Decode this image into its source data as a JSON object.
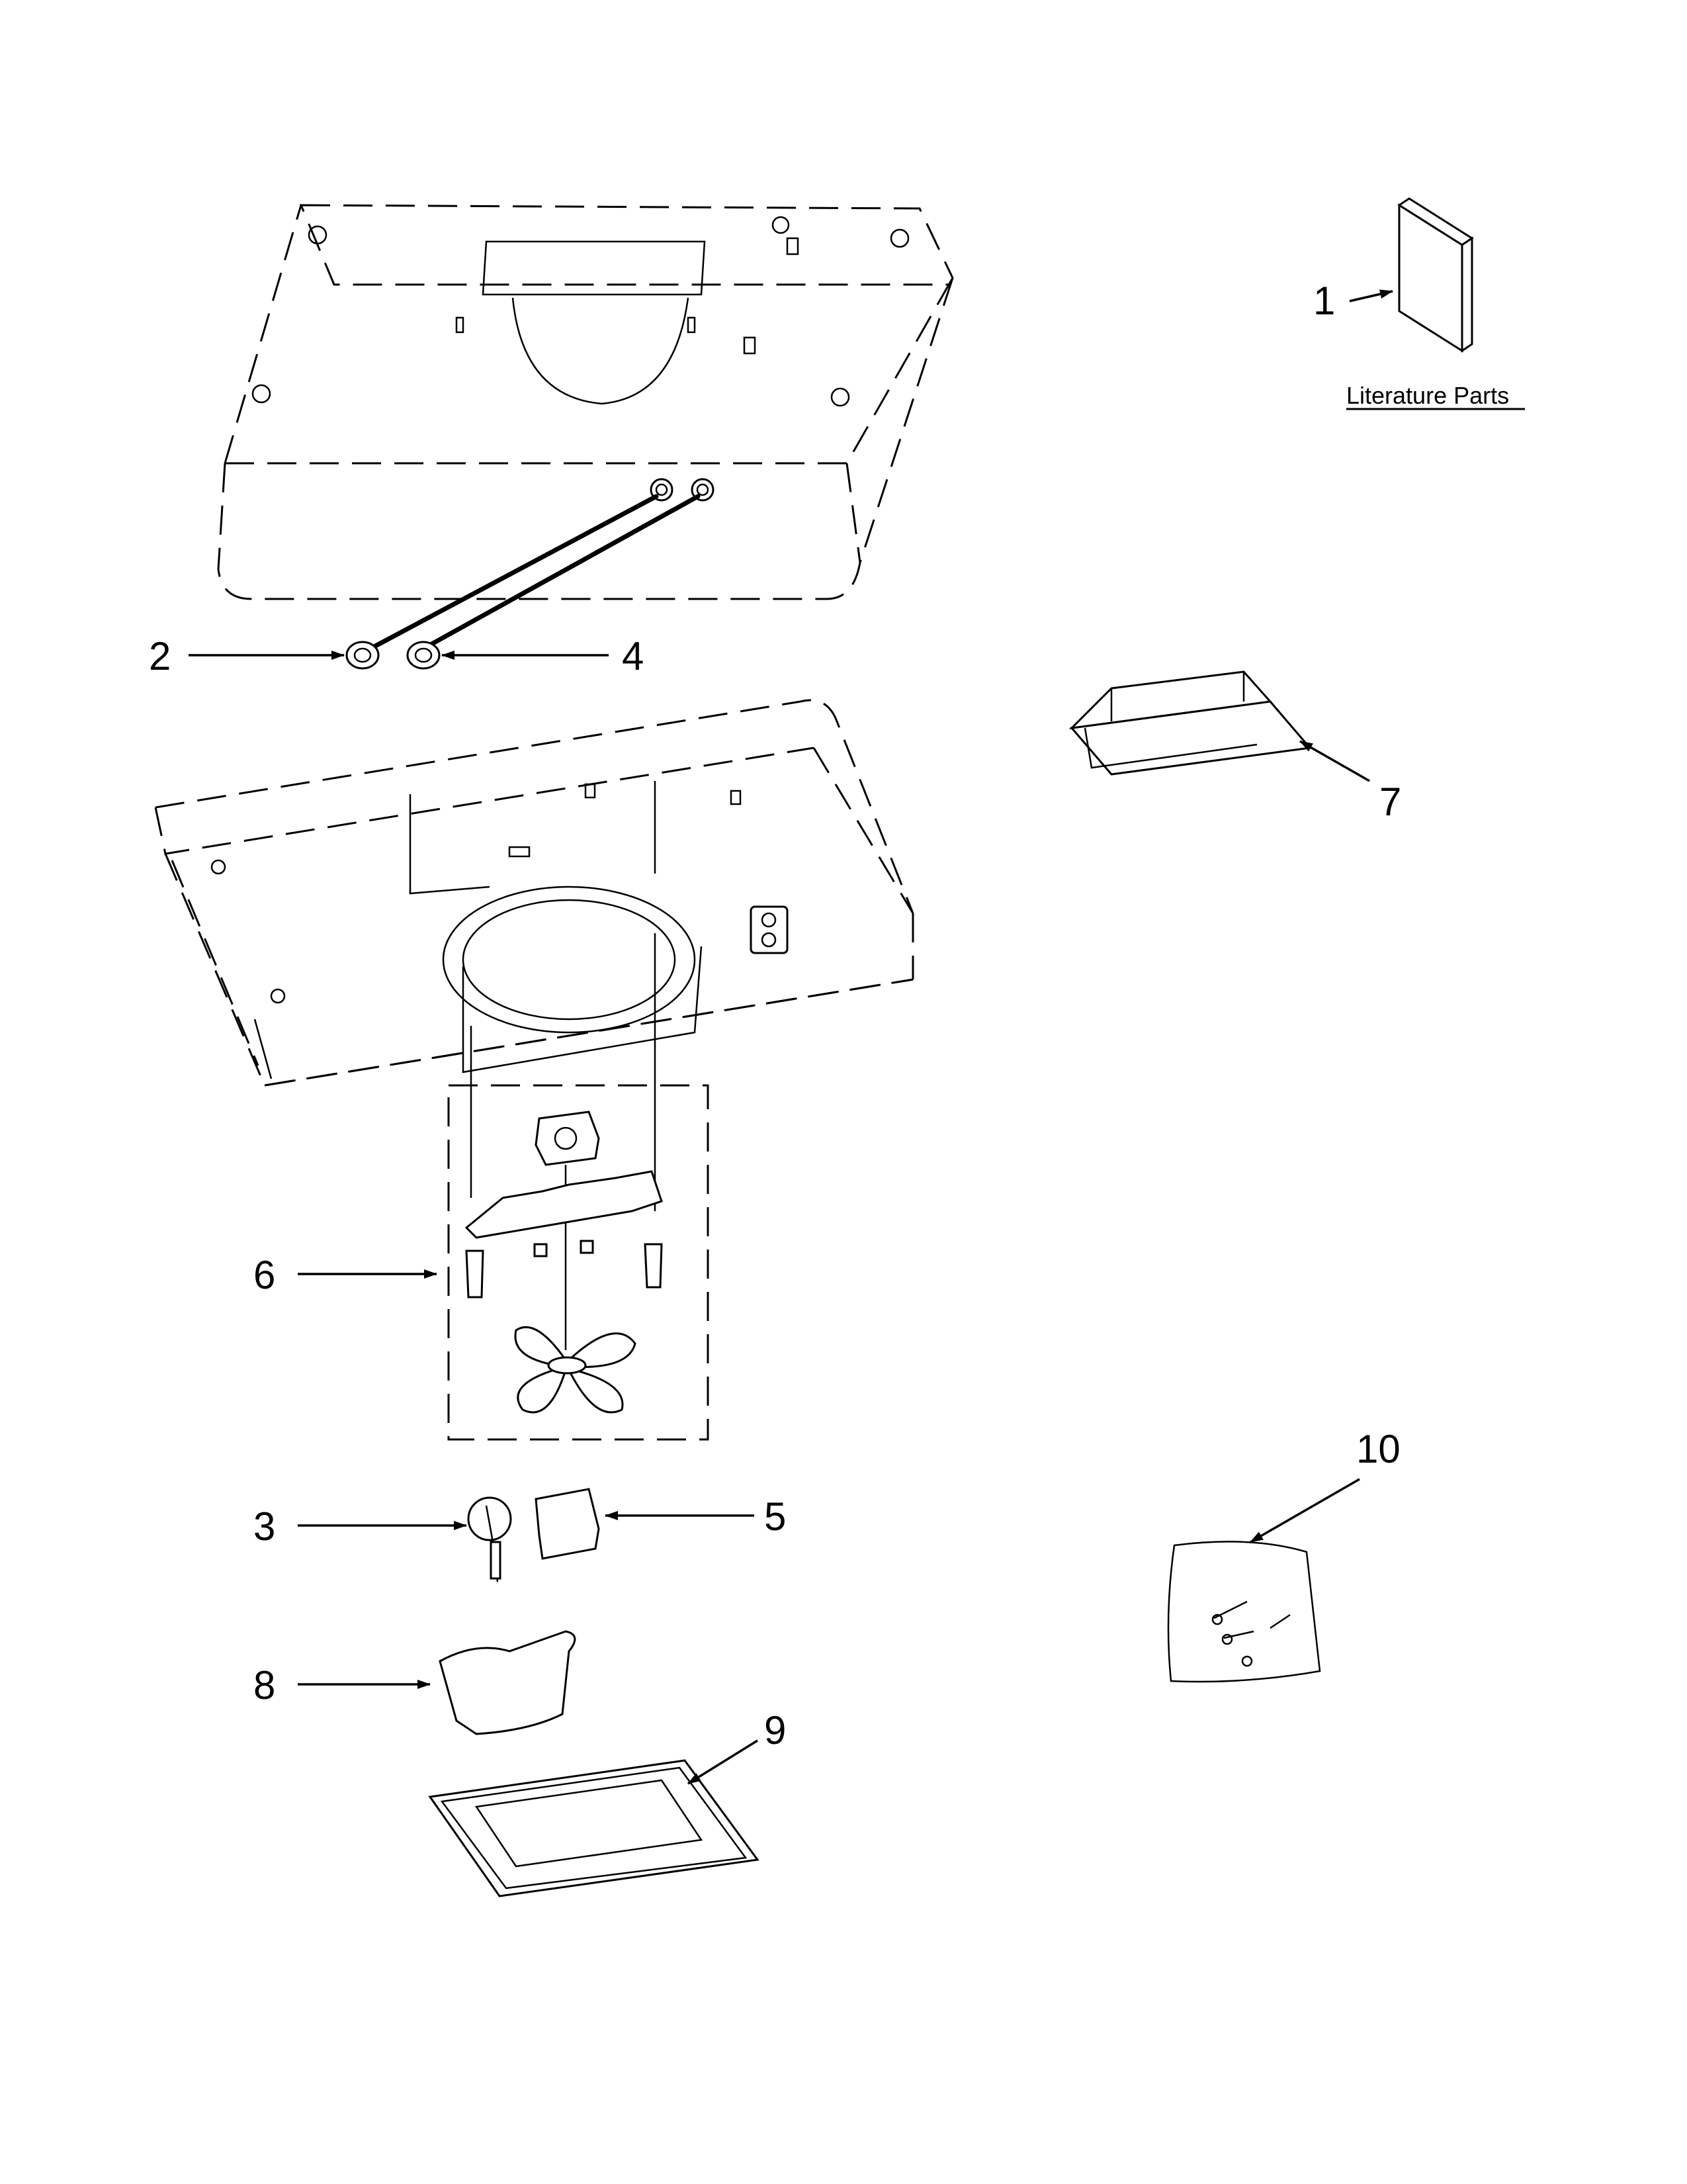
{
  "callouts": {
    "c1": "1",
    "c2": "2",
    "c3": "3",
    "c4": "4",
    "c5": "5",
    "c6": "6",
    "c7": "7",
    "c8": "8",
    "c9": "9",
    "c10": "10"
  },
  "literature_label": "Literature Parts",
  "colors": {
    "line": "#000000",
    "background": "#ffffff"
  }
}
